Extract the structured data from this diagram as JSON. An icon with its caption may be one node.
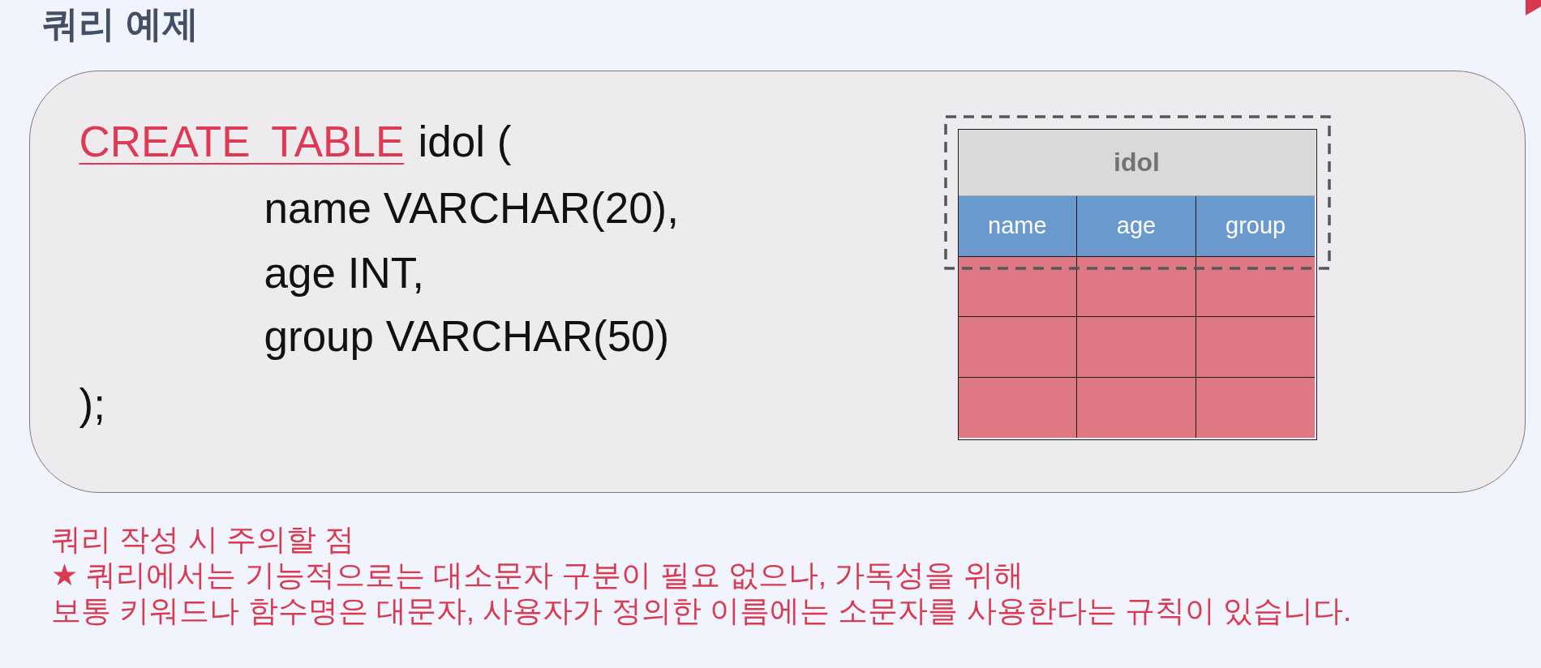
{
  "diagram": {
    "title": "쿼리 예제",
    "nodes": [
      {
        "text": [
          "CREATE TABLE",
          "idol (",
          "name VARCHAR(20),",
          "age INT,",
          "group VARCHAR(50)",
          ");"
        ]
      },
      {
        "text": [
          "idol",
          "name",
          "age",
          "group"
        ],
        "in": 0
      }
    ],
    "labels": [
      "쿼리 작성 시 주의할 점",
      "★ 쿼리에서는 기능적으로는 대소문자 구분이 필요 없으나, 가독성을 위해 보통 키워드나 함수명은 대문자, 사용자가 정의한 이름에는 소문자를 사용한다는 규칙이 있습니다."
    ]
  }
}
